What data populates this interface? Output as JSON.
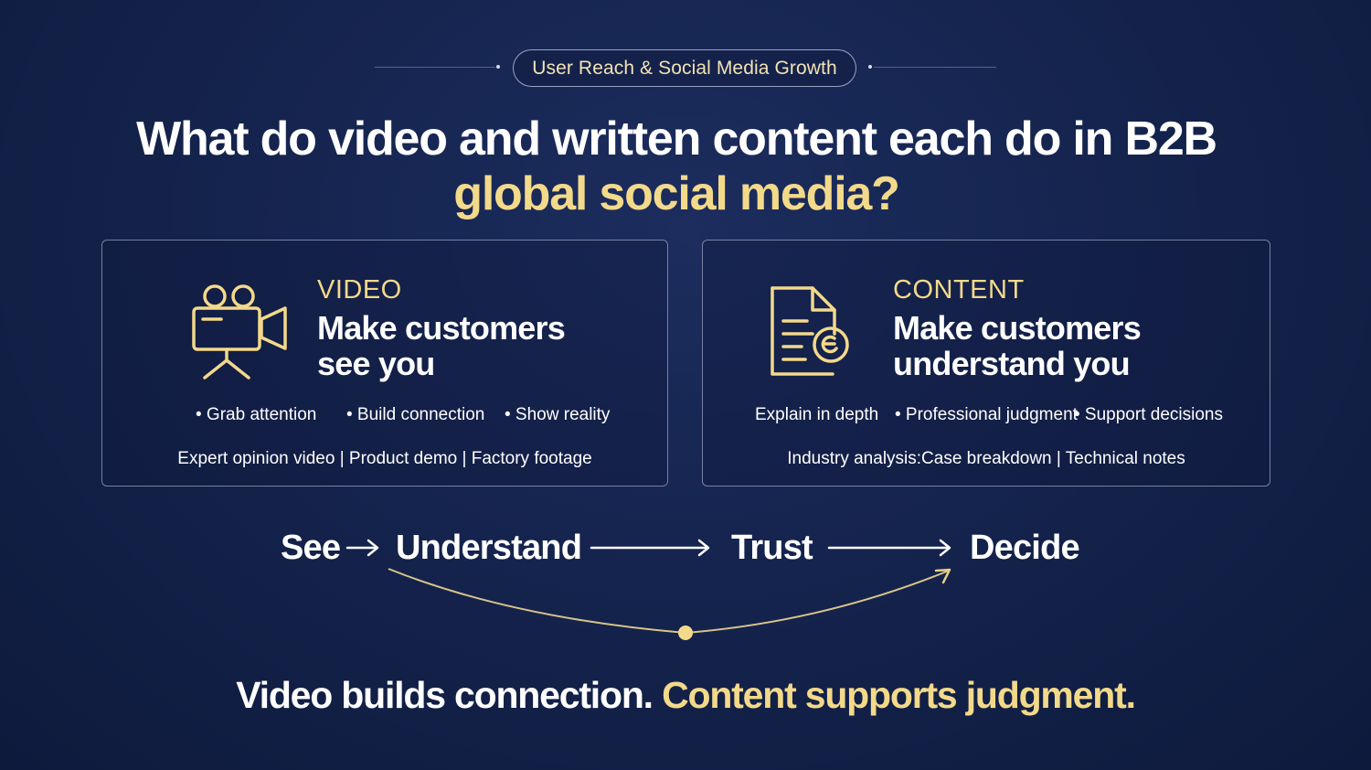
{
  "pill": {
    "label": "User Reach & Social Media Growth"
  },
  "headline": {
    "line1": "What do video and written content each do in B2B",
    "line2": "global social media?"
  },
  "cards": {
    "video": {
      "kicker": "VIDEO",
      "title_line1": "Make customers",
      "title_line2": "see you",
      "bullets": [
        "• Grab attention",
        "• Build connection",
        "• Show reality"
      ],
      "examples": "Expert opinion video | Product demo | Factory footage",
      "icon": "video-camera-icon"
    },
    "content": {
      "kicker": "CONTENT",
      "title_line1": "Make customers",
      "title_line2": "understand you",
      "bullets": [
        "Explain in depth",
        "• Professional judgment",
        "• Support decisions"
      ],
      "examples": "Industry analysis:Case breakdown | Technical notes",
      "icon": "document-icon"
    }
  },
  "flow": {
    "steps": [
      "See",
      "Understand",
      "Trust",
      "Decide"
    ]
  },
  "bottom": {
    "part1": "Video builds connection.",
    "part2": "Content supports judgment."
  },
  "colors": {
    "accent": "#f3d98a",
    "background": "#15244e",
    "text": "#ffffff"
  }
}
